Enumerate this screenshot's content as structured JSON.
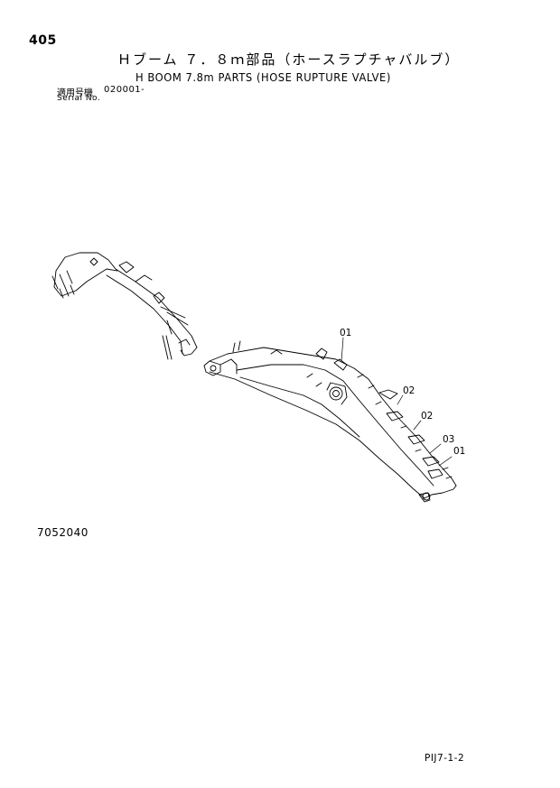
{
  "page_number": "405",
  "title_jp": "Ｈブーム ７．８ｍ部品（ホースラプチャバルブ）",
  "title_en": "H BOOM 7.8m PARTS (HOSE RUPTURE VALVE)",
  "serial": {
    "label_jp": "適用号機",
    "value": "020001-",
    "label_en": "Serial No."
  },
  "callouts": [
    "01",
    "02",
    "02",
    "03",
    "01"
  ],
  "drawing_number": "7052040",
  "page_code": "PIJ7-1-2"
}
